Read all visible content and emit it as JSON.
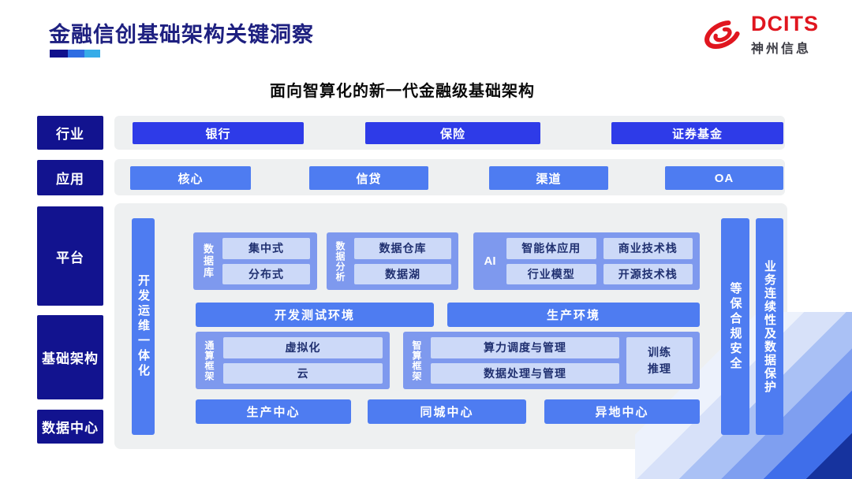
{
  "header": {
    "title": "金融信创基础架构关键洞察",
    "logo": {
      "brand": "DCITS",
      "company": "神州信息"
    }
  },
  "diagram": {
    "subtitle": "面向智算化的新一代金融级基础架构",
    "row_labels": {
      "industry": "行业",
      "application": "应用",
      "platform": "平台",
      "infrastructure": "基础架构",
      "datacenter": "数据中心"
    },
    "industry_items": [
      "银行",
      "保险",
      "证券基金"
    ],
    "application_items": [
      "核心",
      "信贷",
      "渠道",
      "OA"
    ],
    "devops_bar": "开发运维一体化",
    "platform_groups": {
      "database": {
        "label": "数据库",
        "items": [
          "集中式",
          "分布式"
        ]
      },
      "analytics": {
        "label": "数据分析",
        "items": [
          "数据仓库",
          "数据湖"
        ]
      },
      "ai": {
        "label": "AI",
        "items": [
          "智能体应用",
          "商业技术栈",
          "行业模型",
          "开源技术栈"
        ]
      }
    },
    "environments": [
      "开发测试环境",
      "生产环境"
    ],
    "compute_groups": {
      "general": {
        "label": "通算框架",
        "items": [
          "虚拟化",
          "云"
        ]
      },
      "intelligent": {
        "label": "智算框架",
        "items": [
          "算力调度与管理",
          "数据处理与管理"
        ],
        "side_lines": [
          "训练",
          "推理"
        ]
      }
    },
    "datacenter_items": [
      "生产中心",
      "同城中心",
      "异地中心"
    ],
    "security_bars": [
      "等保合规安全",
      "业务连续性及数据保护"
    ]
  },
  "colors": {
    "navy_label": "#12138f",
    "primary_blue": "#2e3be8",
    "mid_blue": "#4e7cf1",
    "group_blue": "#7e99ee",
    "chip_light": "#ccd9f8",
    "chip_text": "#203070",
    "strip_gray": "#eef0f1",
    "brand_red": "#e0161f",
    "title_navy": "#1e2080",
    "underline_segments": [
      "#10108c",
      "#2e6ce2",
      "#36ace8"
    ]
  }
}
